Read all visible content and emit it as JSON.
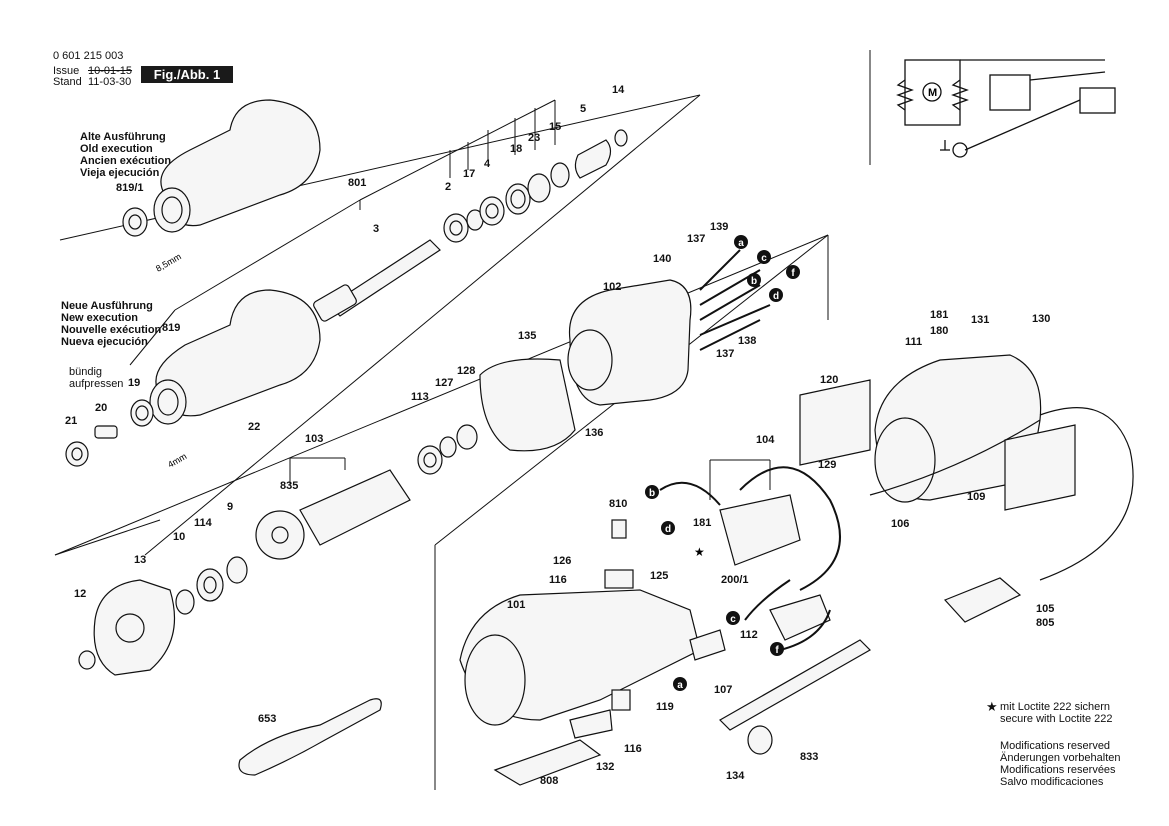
{
  "header": {
    "part_number": "0 601 215 003",
    "issue_label": "Issue",
    "issue_date": "10-01-15",
    "stand_label": "Stand",
    "stand_date": "11-03-30",
    "figure": "Fig./Abb. 1"
  },
  "old_execution": [
    "Alte Ausführung",
    "Old execution",
    "Ancien exécution",
    "Vieja ejecución"
  ],
  "new_execution": [
    "Neue Ausführung",
    "New execution",
    "Nouvelle exécution",
    "Nueva ejecución"
  ],
  "press_note": [
    "bündig",
    "aufpressen"
  ],
  "dimensions": {
    "old": "8,5mm",
    "new": "4mm"
  },
  "wire_markers": [
    "a",
    "b",
    "c",
    "d",
    "f"
  ],
  "parts": [
    "801",
    "3",
    "2",
    "17",
    "4",
    "18",
    "23",
    "15",
    "5",
    "14",
    "819/1",
    "819",
    "19",
    "20",
    "21",
    "22",
    "139",
    "137",
    "140",
    "102",
    "138",
    "137",
    "135",
    "136",
    "128",
    "127",
    "113",
    "103",
    "835",
    "9",
    "114",
    "10",
    "13",
    "12",
    "101",
    "810",
    "126",
    "116",
    "125",
    "181",
    "104",
    "200/1",
    "112",
    "119",
    "107",
    "116",
    "808",
    "132",
    "653",
    "181",
    "180",
    "131",
    "130",
    "111",
    "120",
    "129",
    "106",
    "109",
    "105",
    "805",
    "833",
    "134"
  ],
  "notes": {
    "loctite_star": "★",
    "loctite": [
      "mit Loctite 222 sichern",
      "secure with Loctite 222"
    ],
    "modifications": [
      "Modifications reserved",
      "Änderungen vorbehalten",
      "Modifications reservées",
      "Salvo modificaciones"
    ]
  }
}
